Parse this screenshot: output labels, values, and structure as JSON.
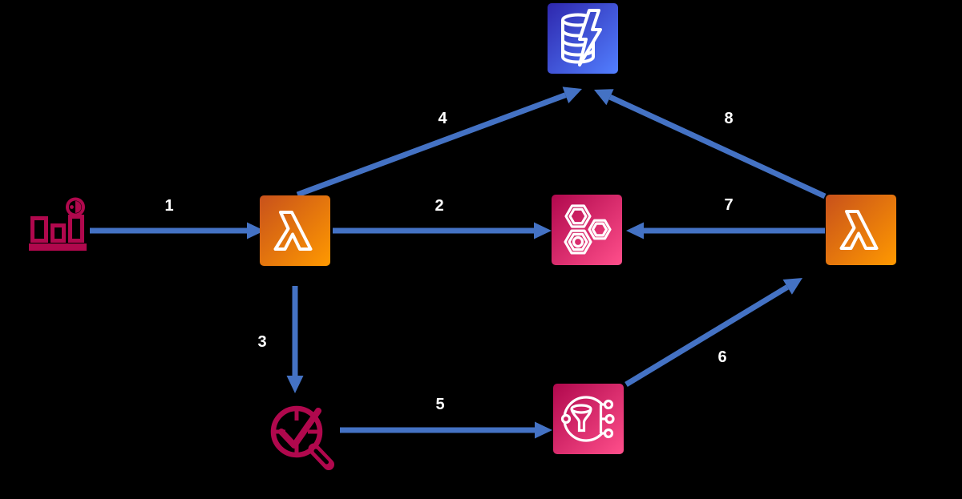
{
  "diagram": {
    "background_color": "#000000",
    "arrow_color": "#4472C4",
    "label_color": "#FFFFFF",
    "glyph_color": "#B0084D",
    "gradients": {
      "lambda": [
        "#C8511B",
        "#FF9900"
      ],
      "database": [
        "#2E27AD",
        "#527FFF"
      ],
      "pink": [
        "#B0084D",
        "#FF4F8B"
      ]
    },
    "nodes": [
      {
        "id": "scheduled-metrics",
        "icon": "bar-chart-clock-icon"
      },
      {
        "id": "lambda-left",
        "icon": "lambda-icon"
      },
      {
        "id": "database-accelerator",
        "icon": "database-lightning-icon"
      },
      {
        "id": "hexagon-network",
        "icon": "three-hexagons-icon"
      },
      {
        "id": "lambda-right",
        "icon": "lambda-icon"
      },
      {
        "id": "scheduled-check",
        "icon": "clock-magnifier-check-icon"
      },
      {
        "id": "event-filter-fanout",
        "icon": "funnel-fanout-icon"
      }
    ],
    "edges": [
      {
        "label": "1",
        "from": "scheduled-metrics",
        "to": "lambda-left"
      },
      {
        "label": "2",
        "from": "lambda-left",
        "to": "hexagon-network"
      },
      {
        "label": "3",
        "from": "lambda-left",
        "to": "scheduled-check"
      },
      {
        "label": "4",
        "from": "lambda-left",
        "to": "database-accelerator"
      },
      {
        "label": "5",
        "from": "scheduled-check",
        "to": "event-filter-fanout"
      },
      {
        "label": "6",
        "from": "event-filter-fanout",
        "to": "lambda-right"
      },
      {
        "label": "7",
        "from": "lambda-right",
        "to": "hexagon-network"
      },
      {
        "label": "8",
        "from": "lambda-right",
        "to": "database-accelerator"
      }
    ]
  }
}
